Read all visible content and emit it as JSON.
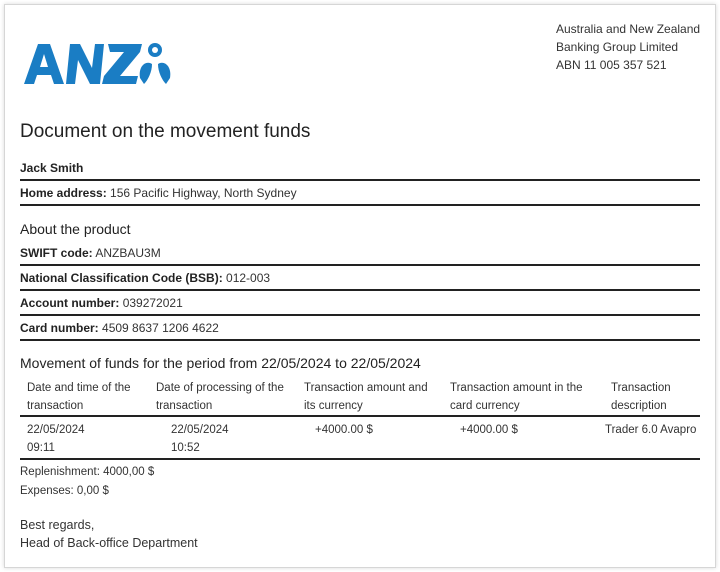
{
  "bank": {
    "logo_text": "ANZ",
    "brand_color": "#1a7dc4",
    "info": [
      "Australia and New Zealand",
      "Banking Group Limited",
      "ABN 11 005 357 521"
    ]
  },
  "document": {
    "title": "Document on the movement funds"
  },
  "customer": {
    "name": "Jack Smith",
    "home_address_label": "Home address:",
    "home_address": "156 Pacific Highway, North Sydney"
  },
  "product": {
    "section_title": "About the product",
    "swift_label": "SWIFT code:",
    "swift": "ANZBAU3M",
    "bsb_label": "National Classification Code (BSB):",
    "bsb": "012-003",
    "account_label": "Account number:",
    "account": "039272021",
    "card_label": "Card number:",
    "card": "4509 8637 1206 4622"
  },
  "movement": {
    "section_title": "Movement of funds for the period from 22/05/2024 to 22/05/2024",
    "headers": [
      [
        "Date and time of the",
        "transaction"
      ],
      [
        "Date of processing of the",
        "transaction"
      ],
      [
        "Transaction amount and",
        "its currency"
      ],
      [
        "Transaction amount in the",
        "card currency"
      ],
      [
        "Transaction",
        "description"
      ]
    ],
    "rows": [
      {
        "date_time": [
          "22/05/2024",
          "09:11"
        ],
        "processing": [
          "22/05/2024",
          "10:52"
        ],
        "amount": "+4000.00 $",
        "card_amount": "+4000.00 $",
        "description": "Trader 6.0 Avapro"
      }
    ]
  },
  "summary": {
    "replenishment": "Replenishment: 4000,00 $",
    "expenses": "Expenses: 0,00 $"
  },
  "closing": {
    "regards": "Best regards,",
    "signature": "Head of Back-office Department"
  }
}
